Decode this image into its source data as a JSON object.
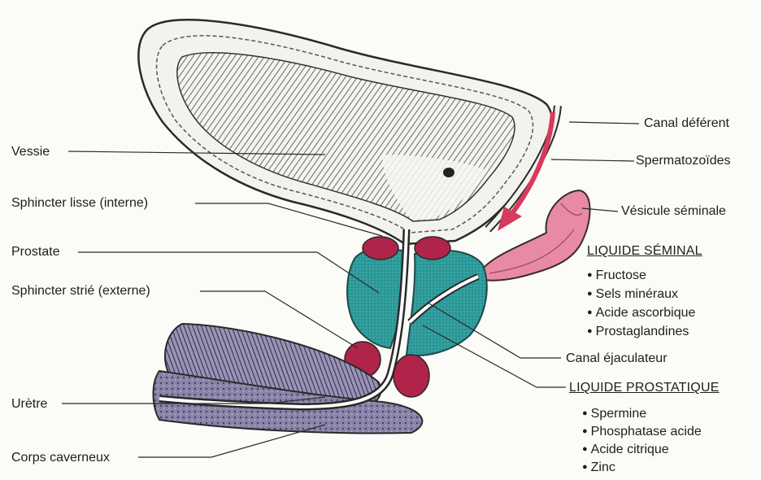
{
  "labels": {
    "vessie": "Vessie",
    "sphincter_lisse": "Sphincter lisse (interne)",
    "prostate": "Prostate",
    "sphincter_strie": "Sphincter strié (externe)",
    "uretre": "Urètre",
    "corps_caverneux": "Corps caverneux",
    "canal_deferent": "Canal déférent",
    "spermatozoides": "Spermatozoïdes",
    "vesicule_seminale": "Vésicule séminale",
    "canal_ejaculateur": "Canal éjaculateur"
  },
  "liquide_seminal": {
    "title": "LIQUIDE SÉMINAL",
    "items": [
      "Fructose",
      "Sels minéraux",
      "Acide ascorbique",
      "Prostaglandines"
    ]
  },
  "liquide_prostatique": {
    "title": "LIQUIDE PROSTATIQUE",
    "items": [
      "Spermine",
      "Phosphatase acide",
      "Acide citrique",
      "Zinc"
    ]
  },
  "colors": {
    "prostate": "#2f9c9c",
    "sphincter": "#b0244a",
    "vesicule": "#e88aa4",
    "arrow": "#d63a5c",
    "corps_caverneux": "#8a83a8",
    "outline": "#2a2a2a"
  }
}
